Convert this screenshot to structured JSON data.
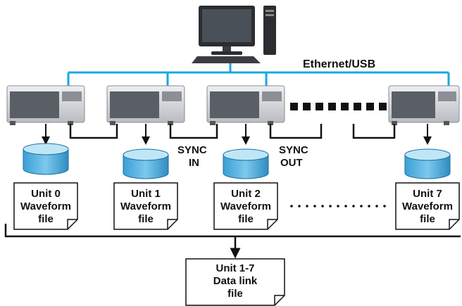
{
  "network": {
    "label": "Ethernet/USB"
  },
  "sync": {
    "in_line1": "SYNC",
    "in_line2": "IN",
    "out_line1": "SYNC",
    "out_line2": "OUT"
  },
  "units": [
    {
      "line1": "Unit 0",
      "line2": "Waveform",
      "line3": "file"
    },
    {
      "line1": "Unit 1",
      "line2": "Waveform",
      "line3": "file"
    },
    {
      "line1": "Unit 2",
      "line2": "Waveform",
      "line3": "file"
    },
    {
      "line1": "Unit 7",
      "line2": "Waveform",
      "line3": "file"
    }
  ],
  "datalink": {
    "line1": "Unit 1-7",
    "line2": "Data link",
    "line3": "file"
  },
  "colors": {
    "network_line": "#1aa7e0",
    "disk_fill": "#4fb3e3",
    "disk_top": "#bfe6f7",
    "instrument_body": "#d8dade",
    "instrument_panel": "#5a5f66"
  },
  "icons": [
    "computer-monitor-icon",
    "pc-tower-icon",
    "keyboard-icon",
    "instrument-icon",
    "database-disk-icon",
    "document-icon"
  ]
}
